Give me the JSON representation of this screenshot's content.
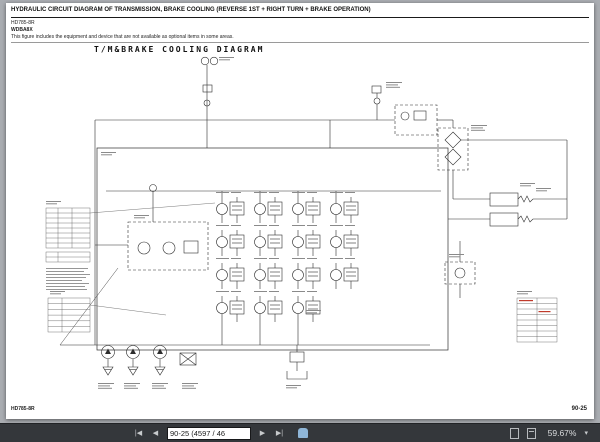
{
  "viewer": {
    "toolbar": {
      "page_field": "90-25 (4597 / 46",
      "zoom_value": "59.67%",
      "nav": {
        "first": "|◀",
        "prev": "◀",
        "next": "▶",
        "last": "▶|",
        "caret": "▾"
      }
    }
  },
  "page": {
    "header": {
      "title": "HYDRAULIC CIRCUIT DIAGRAM OF TRANSMISSION, BRAKE COOLING (REVERSE 1ST + RIGHT TURN + BRAKE OPERATION)",
      "model_code": "HD785-8R",
      "doc_code": "WDBA8X",
      "note": "This figure includes the equipment and device that are not available as optional items in some areas."
    },
    "diagram": {
      "title": "T/M&BRAKE COOLING DIAGRAM"
    },
    "footer": {
      "left": "HD785-8R",
      "right": "90-25"
    }
  }
}
